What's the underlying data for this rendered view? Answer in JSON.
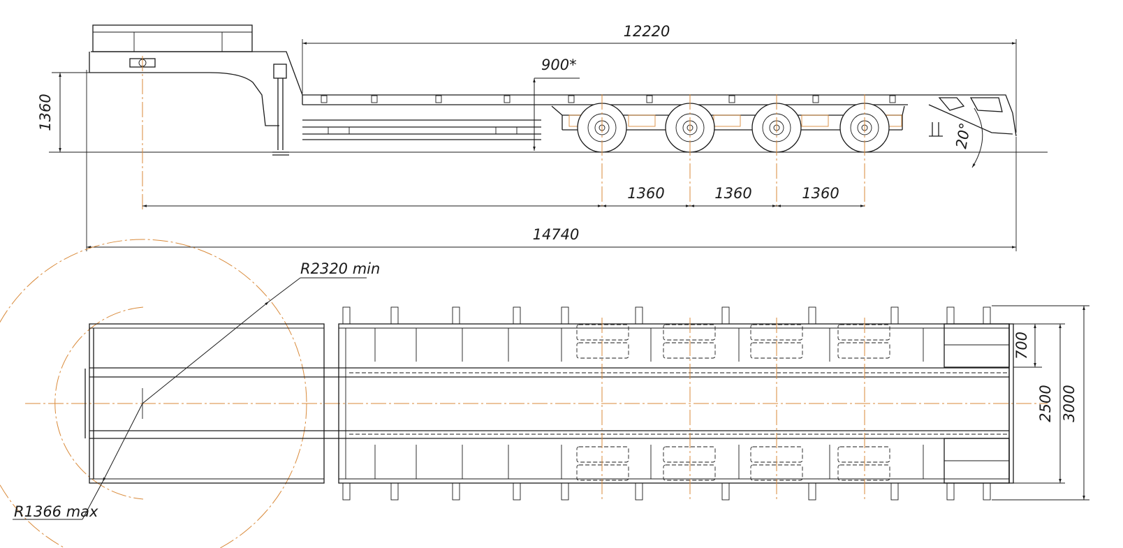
{
  "dimensions": {
    "deck_length": "12220",
    "gooseneck_drop": "900*",
    "deck_height": "1360",
    "axle_spacing_1": "1360",
    "axle_spacing_2": "1360",
    "axle_spacing_3": "1360",
    "ramp_angle": "20°",
    "overall_length": "14740",
    "radius_min": "R2320 min",
    "radius_max": "R1366 max",
    "ramp_width": "700",
    "axle_width": "2500",
    "overall_width": "3000"
  }
}
